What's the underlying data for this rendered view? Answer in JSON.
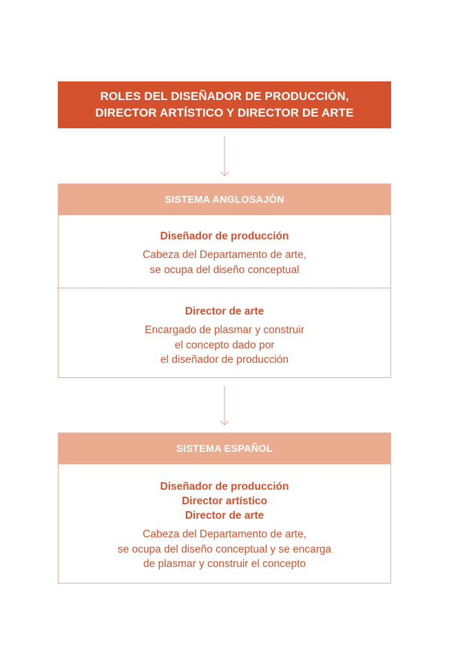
{
  "title": {
    "line1": "ROLES DEL DISEÑADOR DE PRODUCCIÓN,",
    "line2": "DIRECTOR ARTÍSTICO Y DIRECTOR DE ARTE"
  },
  "anglo": {
    "header": "SISTEMA ANGLOSAJÓN",
    "roles": [
      {
        "title": "Diseñador de producción",
        "desc": [
          "Cabeza del Departamento de arte,",
          "se ocupa del diseño conceptual"
        ]
      },
      {
        "title": "Director de arte",
        "desc": [
          "Encargado de plasmar y construir",
          "el concepto dado por",
          "el diseñador de producción"
        ]
      }
    ]
  },
  "spanish": {
    "header": "SISTEMA ESPAÑOL",
    "titles": [
      "Diseñador de producción",
      "Director artístico",
      "Director de arte"
    ],
    "desc": [
      "Cabeza del Departamento de arte,",
      "se ocupa del diseño conceptual y se encarga",
      "de plasmar y construir el concepto"
    ]
  },
  "colors": {
    "primary": "#d4512e",
    "header_bg": "#eaab8e",
    "border": "#eab298",
    "arrow": "#e8a28c"
  }
}
